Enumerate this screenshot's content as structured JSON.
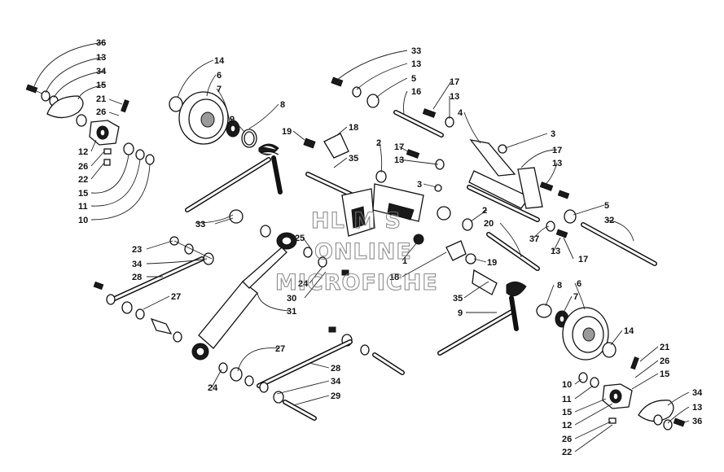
{
  "watermark": {
    "line1": "HL M S",
    "line2": "ONLINE",
    "line3": "MICROFICHE"
  },
  "callouts": [
    "36",
    "13",
    "34",
    "15",
    "21",
    "26",
    "12",
    "26",
    "22",
    "15",
    "11",
    "10",
    "14",
    "6",
    "7",
    "8",
    "9",
    "19",
    "18",
    "35",
    "33",
    "13",
    "5",
    "16",
    "17",
    "13",
    "4",
    "3",
    "17",
    "13",
    "17",
    "13",
    "3",
    "2",
    "2",
    "20",
    "5",
    "32",
    "37",
    "13",
    "17",
    "33",
    "25",
    "24",
    "30",
    "31",
    "1",
    "18",
    "19",
    "35",
    "9",
    "8",
    "7",
    "6",
    "14",
    "23",
    "34",
    "28",
    "27",
    "27",
    "28",
    "24",
    "34",
    "29",
    "21",
    "26",
    "15",
    "10",
    "11",
    "15",
    "12",
    "26",
    "22",
    "34",
    "13",
    "36"
  ]
}
